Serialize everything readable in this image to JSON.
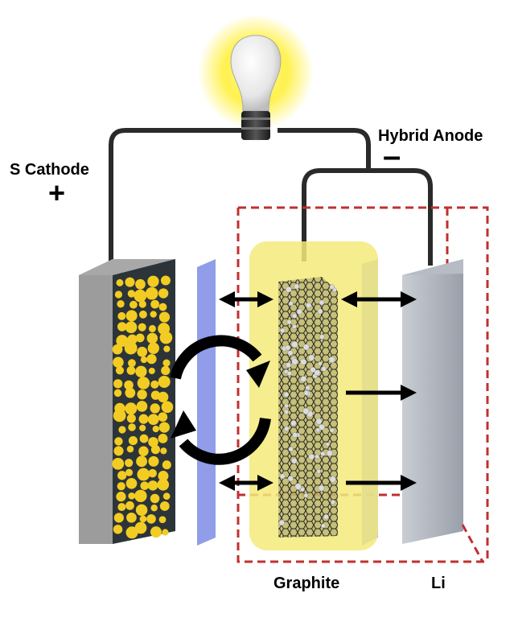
{
  "labels": {
    "cathode": "S Cathode",
    "cathode_sign": "+",
    "anode": "Hybrid Anode",
    "anode_sign": "–",
    "graphite": "Graphite",
    "li": "Li"
  },
  "icons": [
    "lightbulb-icon",
    "cycle-arrows-icon",
    "double-arrow-icon",
    "arrow-right-icon"
  ],
  "colors": {
    "sulfur": "#f2cc22",
    "separator": "#8592e6",
    "electrolyte": "#f3ea7a",
    "dashed_box": "#c0302f",
    "wire": "#2a2a2a",
    "bulb_glow": "#fff03a"
  }
}
